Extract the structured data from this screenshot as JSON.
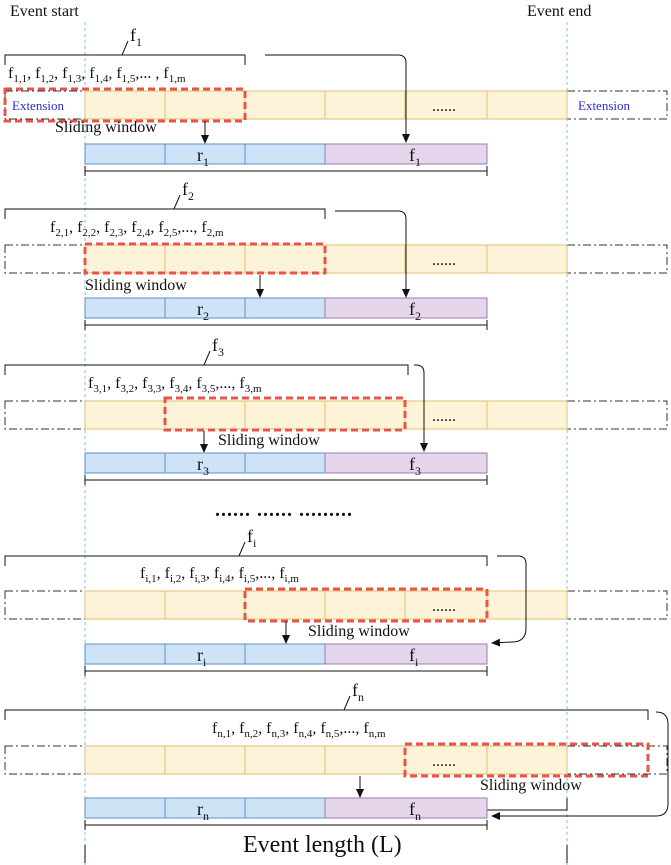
{
  "header": {
    "event_start": "Event start",
    "event_end": "Event end"
  },
  "extension_label": "Extension",
  "sliding_window_label": "Sliding window",
  "ellipsis_cell": "......",
  "separator": "...... ...... .........",
  "footer": {
    "event_length": "Event length (L)"
  },
  "colors": {
    "event_fill": "#fdf3d8",
    "event_stroke": "#e0c070",
    "r_fill": "#cfe3f7",
    "r_stroke": "#5b8fc9",
    "f_fill": "#e6d6ec",
    "f_stroke": "#a07ab0",
    "window": "#e8534a",
    "guide": "#8fd0cf"
  },
  "rows": [
    {
      "brace": "f",
      "brace_sub": "1",
      "seq_text": "f1,1, f1,2, f1,3, f1,4, f1,5,... , f1,m",
      "r": "r",
      "r_sub": "1",
      "f": "f",
      "f_sub": "1"
    },
    {
      "brace": "f",
      "brace_sub": "2",
      "seq_text": "f2,1, f2,2, f2,3, f2,4, f2,5,..., f2,m",
      "r": "r",
      "r_sub": "2",
      "f": "f",
      "f_sub": "2"
    },
    {
      "brace": "f",
      "brace_sub": "3",
      "seq_text": "f3,1, f3,2, f3,3, f3,4, f3,5,..., f3,m",
      "r": "r",
      "r_sub": "3",
      "f": "f",
      "f_sub": "3"
    },
    {
      "brace": "f",
      "brace_sub": "i",
      "seq_text": "fi,1, fi,2, fi,3, fi,4, fi,5,..., fi,m",
      "r": "r",
      "r_sub": "i",
      "f": "f",
      "f_sub": "i"
    },
    {
      "brace": "f",
      "brace_sub": "n",
      "seq_text": "fn,1, fn,2, fn,3, fn,4, fn,5,..., fn,m",
      "r": "r",
      "r_sub": "n",
      "f": "f",
      "f_sub": "n"
    }
  ]
}
